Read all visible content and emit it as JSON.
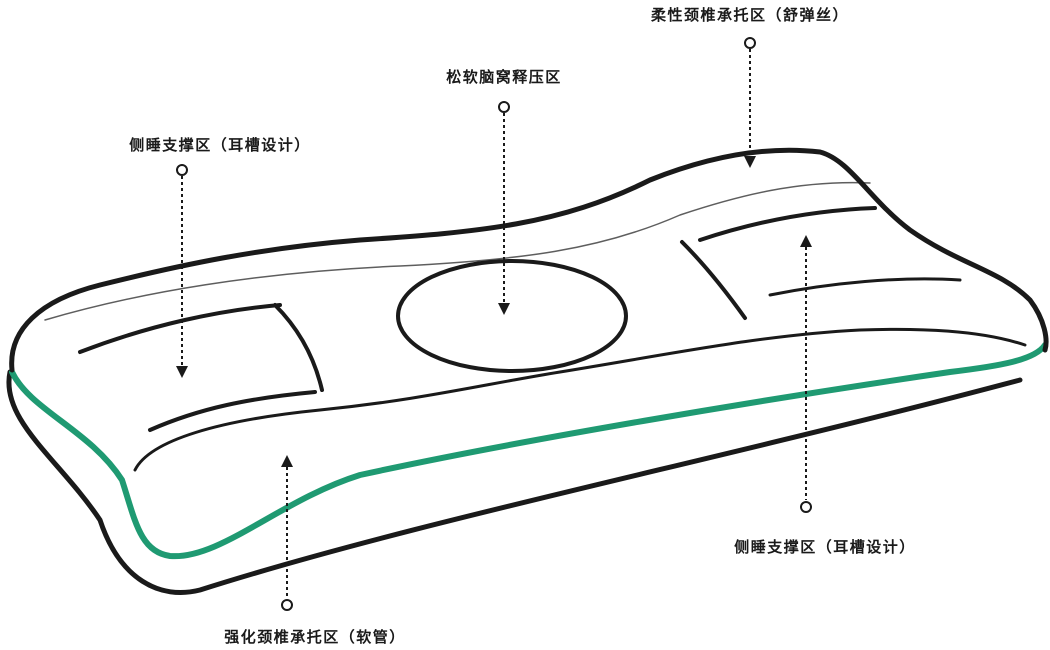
{
  "colors": {
    "outline": "#1a1a1a",
    "accent_green": "#1f9a72",
    "marker": "#1a1a1a"
  },
  "callouts": [
    {
      "id": "neck-elastic",
      "text": "柔性颈椎承托区（舒弹丝）"
    },
    {
      "id": "head-recess",
      "text": "松软脑窝释压区"
    },
    {
      "id": "side-left",
      "text": "侧睡支撑区（耳槽设计）"
    },
    {
      "id": "side-right",
      "text": "侧睡支撑区（耳槽设计）"
    },
    {
      "id": "neck-tube",
      "text": "强化颈椎承托区（软管）"
    }
  ]
}
